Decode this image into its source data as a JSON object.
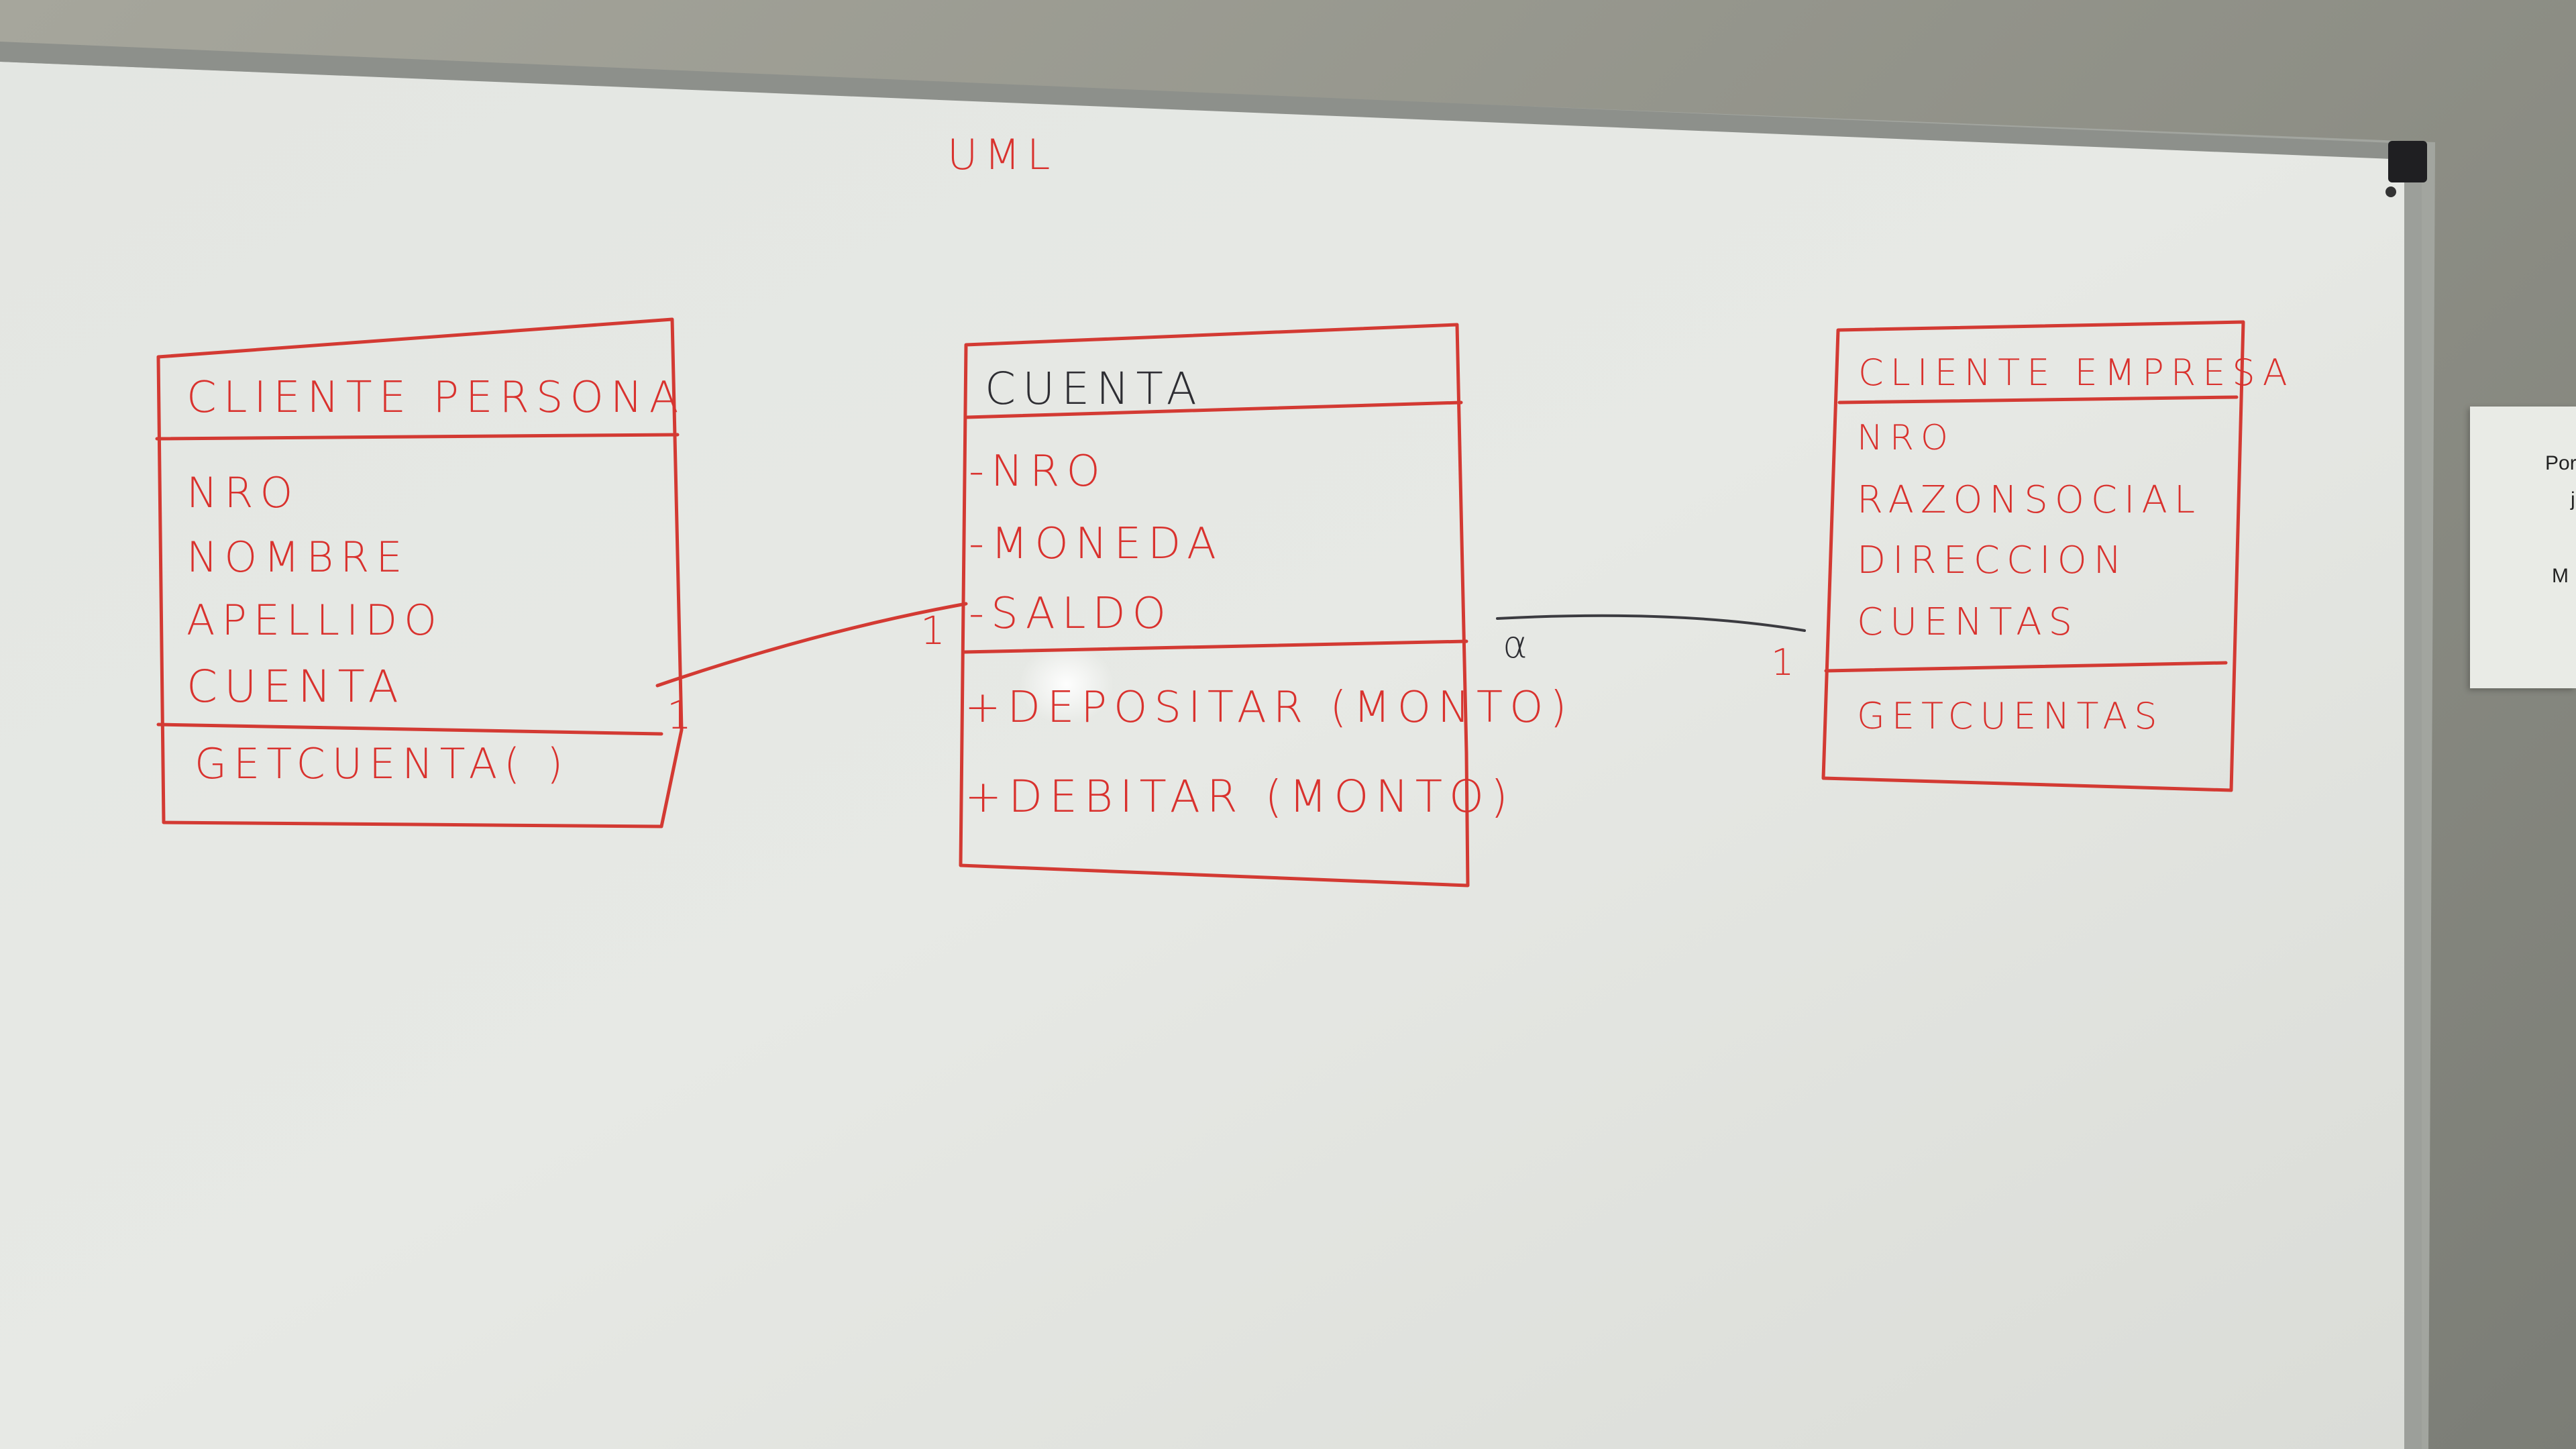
{
  "board": {
    "title": "UML"
  },
  "classes": [
    {
      "id": "cliente-persona",
      "name": "CLIENTE PERSONA",
      "attributes": [
        "NRO",
        "NOMBRE",
        "APELLIDO",
        "CUENTA"
      ],
      "methods": [
        "GETCUENTA( )"
      ]
    },
    {
      "id": "cuenta",
      "name": "CUENTA",
      "attributes": [
        "-NRO",
        "-MONEDA",
        "-SALDO"
      ],
      "methods": [
        "+DEPOSITAR (MONTO)",
        "+DEBITAR (MONTO)"
      ]
    },
    {
      "id": "cliente-empresa",
      "name": "CLIENTE EMPRESA",
      "attributes": [
        "NRO",
        "RAZONSOCIAL",
        "DIRECCION",
        "CUENTAS"
      ],
      "methods": [
        "GETCUENTAS"
      ]
    }
  ],
  "associations": [
    {
      "from": "cliente-persona",
      "to": "cuenta",
      "from_multiplicity": "1",
      "to_multiplicity": "1"
    },
    {
      "from": "cuenta",
      "to": "cliente-empresa",
      "from_multiplicity": "α",
      "to_multiplicity": "1"
    }
  ],
  "paper_note": {
    "lines": [
      "Por",
      "j",
      "M"
    ]
  },
  "colors": {
    "marker_red": "#d9322e",
    "marker_dark": "#2e2e33",
    "board_white": "#e6e8e4",
    "frame": "#9a9d98"
  }
}
